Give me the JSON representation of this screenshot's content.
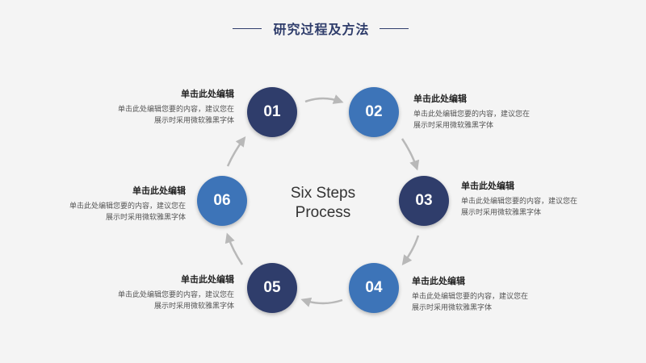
{
  "title": "研究过程及方法",
  "center": {
    "line1": "Six Steps",
    "line2": "Process"
  },
  "colors": {
    "dark": "#2f3d6b",
    "light": "#3d74b8",
    "arrow": "#b8b8b8"
  },
  "steps": [
    {
      "num": "01",
      "heading": "单击此处编辑",
      "desc_line1": "单击此处编辑您要的内容，建议您在",
      "desc_line2": "展示时采用微软雅黑字体"
    },
    {
      "num": "02",
      "heading": "单击此处编辑",
      "desc_line1": "单击此处编辑您要的内容，建议您在",
      "desc_line2": "展示时采用微软雅黑字体"
    },
    {
      "num": "03",
      "heading": "单击此处编辑",
      "desc_line1": "单击此处编辑您要的内容，建议您在",
      "desc_line2": "展示时采用微软雅黑字体"
    },
    {
      "num": "04",
      "heading": "单击此处编辑",
      "desc_line1": "单击此处编辑您要的内容，建议您在",
      "desc_line2": "展示时采用微软雅黑字体"
    },
    {
      "num": "05",
      "heading": "单击此处编辑",
      "desc_line1": "单击此处编辑您要的内容，建议您在",
      "desc_line2": "展示时采用微软雅黑字体"
    },
    {
      "num": "06",
      "heading": "单击此处编辑",
      "desc_line1": "单击此处编辑您要的内容，建议您在",
      "desc_line2": "展示时采用微软雅黑字体"
    }
  ]
}
